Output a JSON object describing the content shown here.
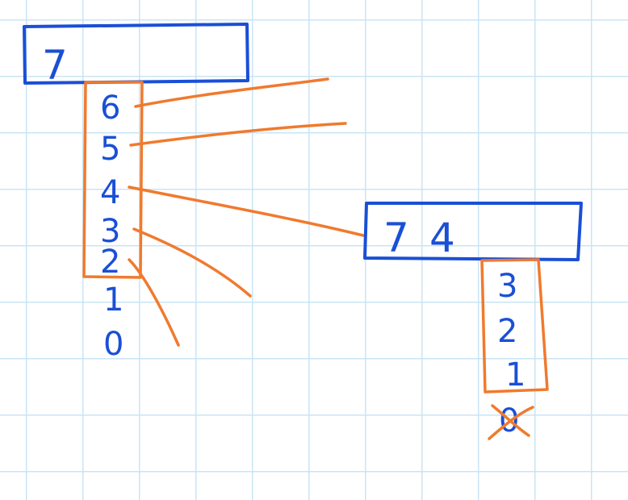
{
  "colors": {
    "blue": "#1a4fd6",
    "orange": "#f07a2e",
    "grid": "#c9e4f5"
  },
  "left": {
    "header": "7",
    "digits": [
      "6",
      "5",
      "4",
      "3",
      "2",
      "1",
      "0"
    ]
  },
  "right": {
    "header": [
      "7",
      "4"
    ],
    "digits": [
      "3",
      "2",
      "1",
      "0"
    ]
  }
}
